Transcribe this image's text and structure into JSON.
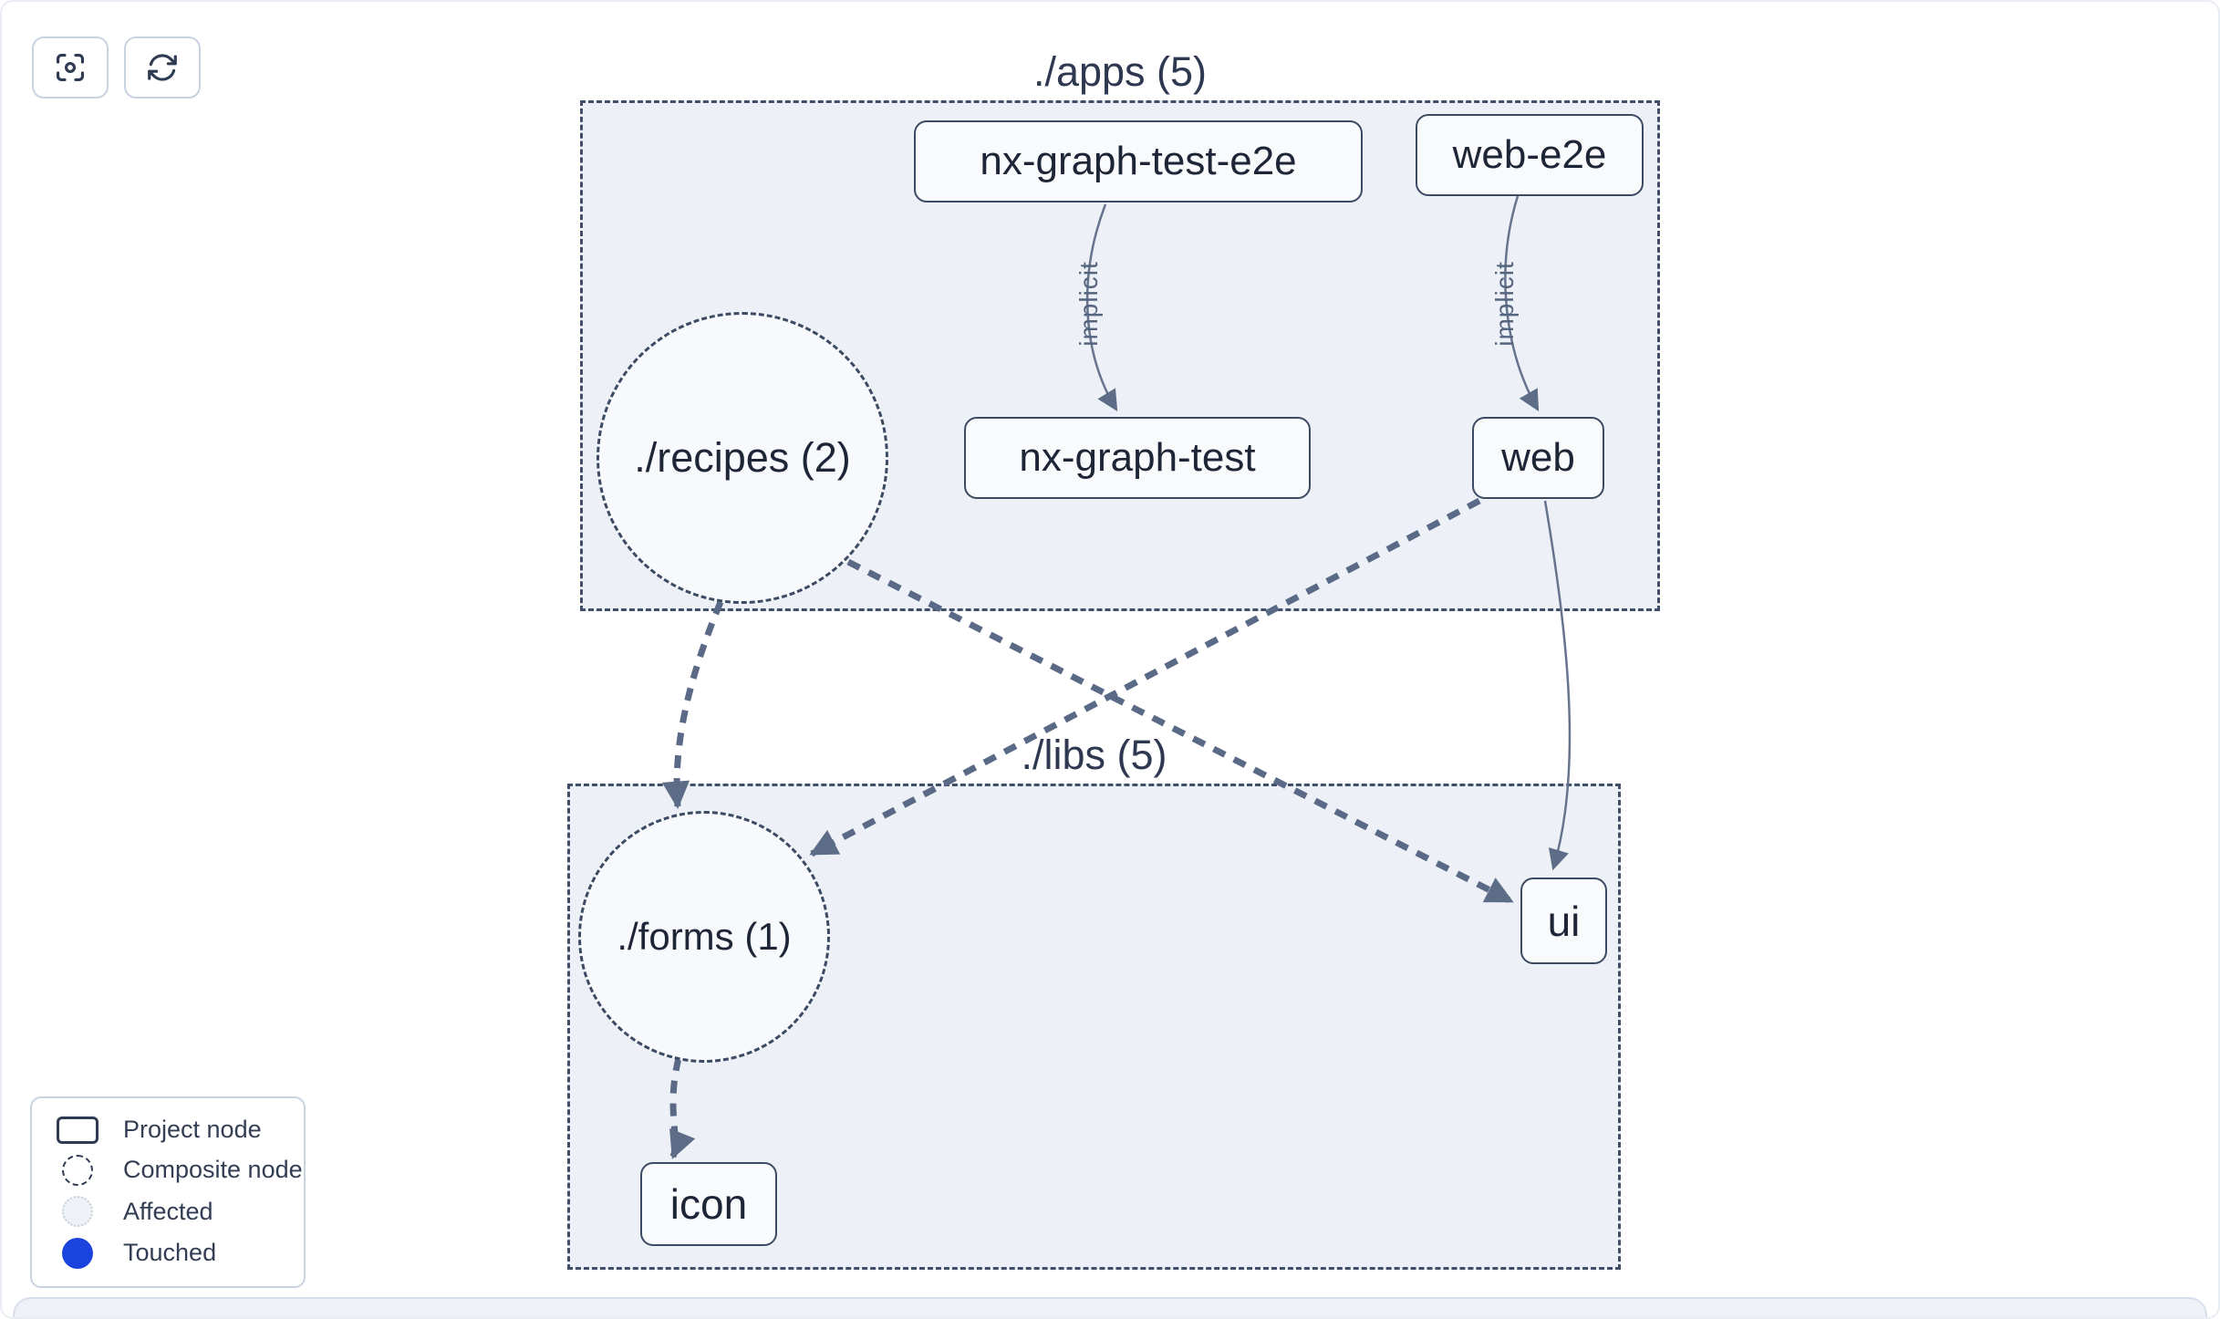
{
  "toolbar": {
    "buttons": [
      {
        "name": "focus",
        "icon": "focus-icon"
      },
      {
        "name": "refresh",
        "icon": "refresh-icon"
      }
    ]
  },
  "graph": {
    "groups": [
      {
        "id": "apps",
        "label": "./apps (5)"
      },
      {
        "id": "libs",
        "label": "./libs (5)"
      }
    ],
    "nodes": {
      "nx_graph_test_e2e": "nx-graph-test-e2e",
      "web_e2e": "web-e2e",
      "recipes": "./recipes (2)",
      "nx_graph_test": "nx-graph-test",
      "web": "web",
      "forms": "./forms (1)",
      "ui": "ui",
      "icon": "icon"
    },
    "edge_labels": {
      "implicit": "implicit"
    },
    "edges": [
      {
        "from": "nx-graph-test-e2e",
        "to": "nx-graph-test",
        "label": "implicit",
        "style": "solid"
      },
      {
        "from": "web-e2e",
        "to": "web",
        "label": "implicit",
        "style": "solid"
      },
      {
        "from": "web",
        "to": "./forms (1)",
        "style": "dashed"
      },
      {
        "from": "./recipes (2)",
        "to": "ui",
        "style": "dashed"
      },
      {
        "from": "./recipes (2)",
        "to": "./forms (1)",
        "style": "dashed"
      },
      {
        "from": "web",
        "to": "ui",
        "style": "solid"
      },
      {
        "from": "./forms (1)",
        "to": "icon",
        "style": "dashed"
      }
    ]
  },
  "legend": {
    "items": [
      {
        "label": "Project node",
        "swatch": "project-node-swatch"
      },
      {
        "label": "Composite node",
        "swatch": "composite-node-swatch"
      },
      {
        "label": "Affected",
        "swatch": "affected-swatch"
      },
      {
        "label": "Touched",
        "swatch": "touched-swatch"
      }
    ]
  },
  "colors": {
    "touched_blue": "#1a44dd",
    "group_fill": "#edf1f7",
    "node_border": "#3d4a63",
    "edge_thick": "#5a6a86",
    "edge_thin": "#67748e"
  }
}
